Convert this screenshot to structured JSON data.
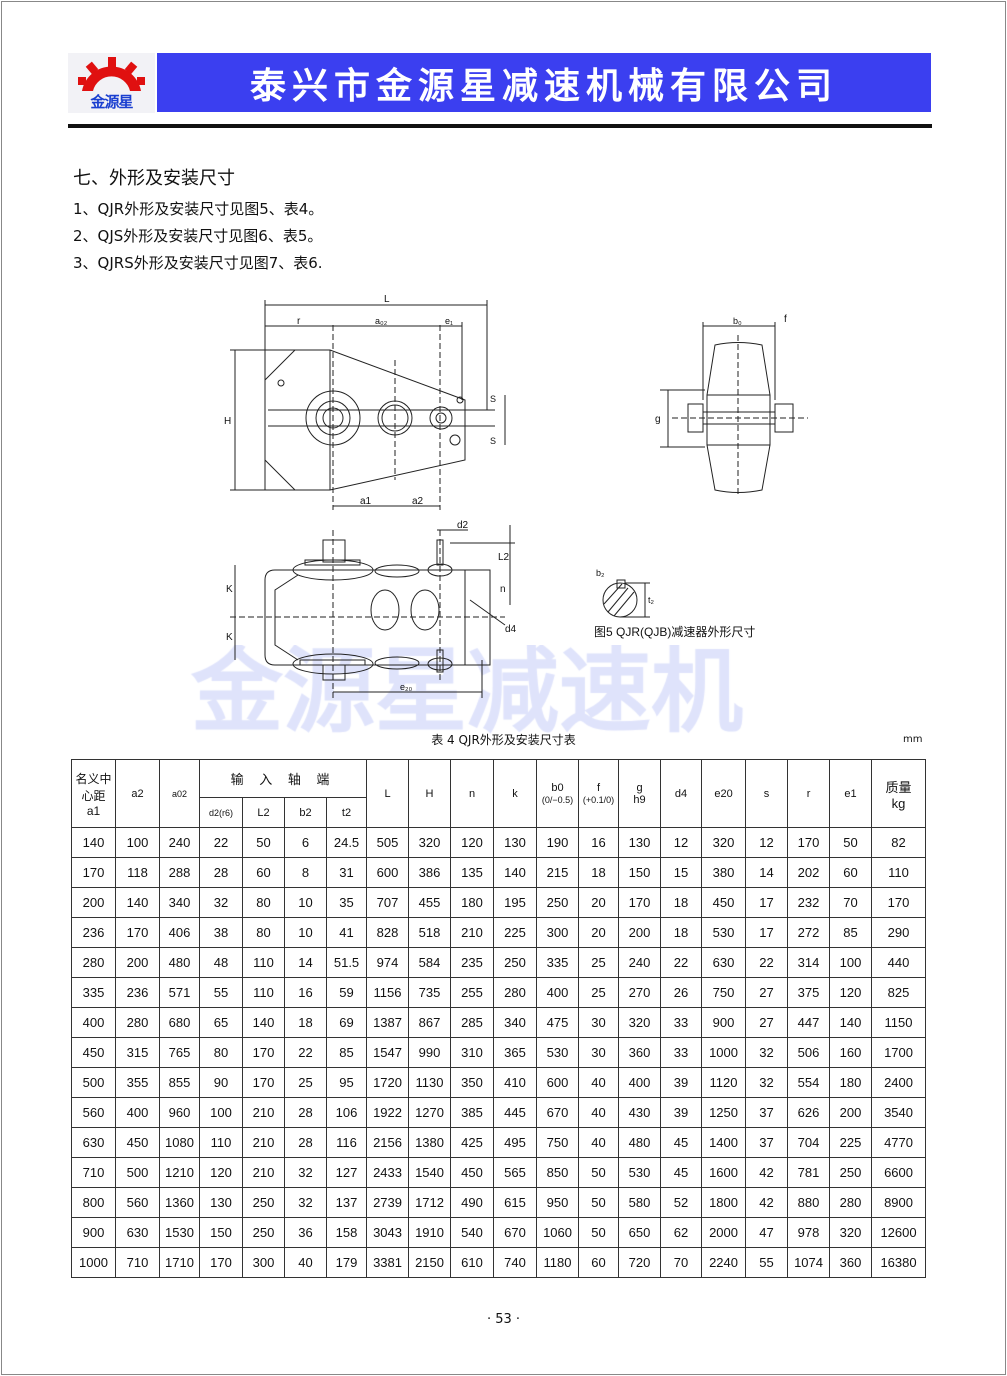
{
  "header": {
    "logo_text": "金源星",
    "company": "泰兴市金源星减速机械有限公司"
  },
  "section": {
    "title": "七、外形及安装尺寸",
    "lines": [
      "1、QJR外形及安装尺寸见图5、表4。",
      "2、QJS外形及安装尺寸见图6、表5。",
      "3、QJRS外形及安装尺寸见图7、表6."
    ]
  },
  "figure": {
    "caption": "图5  QJR(QJB)减速器外形尺寸",
    "labels": {
      "L": "L",
      "r": "r",
      "a02": "a₀₂",
      "e1": "e₁",
      "H": "H",
      "S": "S",
      "a1": "a1",
      "a2": "a2",
      "d2": "d2",
      "L2": "L2",
      "n": "n",
      "K": "K",
      "d4": "d4",
      "e20": "e₂₀",
      "b0": "b₀",
      "f": "f",
      "g": "g",
      "b2": "b₂",
      "t2": "t₂"
    }
  },
  "watermark": "金源星减速机",
  "table": {
    "caption": "表 4  QJR外形及安装尺寸表",
    "unit": "mm",
    "headers": {
      "a1": "名义中心距",
      "a1_sub": "a1",
      "a2": "a2",
      "a02": "a02",
      "input_group": "输 入 轴 端",
      "d2": "d2(r6)",
      "L2": "L2",
      "b2": "b2",
      "t2": "t2",
      "L": "L",
      "H": "H",
      "n": "n",
      "k": "k",
      "b0": "b0",
      "b0_tol": "(0/−0.5)",
      "f": "f",
      "f_tol": "(+0.1/0)",
      "g": "g",
      "g_sub": "h9",
      "d4": "d4",
      "e20": "e20",
      "s": "s",
      "r": "r",
      "e1": "e1",
      "mass": "质量",
      "mass_unit": "kg"
    },
    "rows": [
      [
        "140",
        "100",
        "240",
        "22",
        "50",
        "6",
        "24.5",
        "505",
        "320",
        "120",
        "130",
        "190",
        "16",
        "130",
        "12",
        "320",
        "12",
        "170",
        "50",
        "82"
      ],
      [
        "170",
        "118",
        "288",
        "28",
        "60",
        "8",
        "31",
        "600",
        "386",
        "135",
        "140",
        "215",
        "18",
        "150",
        "15",
        "380",
        "14",
        "202",
        "60",
        "110"
      ],
      [
        "200",
        "140",
        "340",
        "32",
        "80",
        "10",
        "35",
        "707",
        "455",
        "180",
        "195",
        "250",
        "20",
        "170",
        "18",
        "450",
        "17",
        "232",
        "70",
        "170"
      ],
      [
        "236",
        "170",
        "406",
        "38",
        "80",
        "10",
        "41",
        "828",
        "518",
        "210",
        "225",
        "300",
        "20",
        "200",
        "18",
        "530",
        "17",
        "272",
        "85",
        "290"
      ],
      [
        "280",
        "200",
        "480",
        "48",
        "110",
        "14",
        "51.5",
        "974",
        "584",
        "235",
        "250",
        "335",
        "25",
        "240",
        "22",
        "630",
        "22",
        "314",
        "100",
        "440"
      ],
      [
        "335",
        "236",
        "571",
        "55",
        "110",
        "16",
        "59",
        "1156",
        "735",
        "255",
        "280",
        "400",
        "25",
        "270",
        "26",
        "750",
        "27",
        "375",
        "120",
        "825"
      ],
      [
        "400",
        "280",
        "680",
        "65",
        "140",
        "18",
        "69",
        "1387",
        "867",
        "285",
        "340",
        "475",
        "30",
        "320",
        "33",
        "900",
        "27",
        "447",
        "140",
        "1150"
      ],
      [
        "450",
        "315",
        "765",
        "80",
        "170",
        "22",
        "85",
        "1547",
        "990",
        "310",
        "365",
        "530",
        "30",
        "360",
        "33",
        "1000",
        "32",
        "506",
        "160",
        "1700"
      ],
      [
        "500",
        "355",
        "855",
        "90",
        "170",
        "25",
        "95",
        "1720",
        "1130",
        "350",
        "410",
        "600",
        "40",
        "400",
        "39",
        "1120",
        "32",
        "554",
        "180",
        "2400"
      ],
      [
        "560",
        "400",
        "960",
        "100",
        "210",
        "28",
        "106",
        "1922",
        "1270",
        "385",
        "445",
        "670",
        "40",
        "430",
        "39",
        "1250",
        "37",
        "626",
        "200",
        "3540"
      ],
      [
        "630",
        "450",
        "1080",
        "110",
        "210",
        "28",
        "116",
        "2156",
        "1380",
        "425",
        "495",
        "750",
        "40",
        "480",
        "45",
        "1400",
        "37",
        "704",
        "225",
        "4770"
      ],
      [
        "710",
        "500",
        "1210",
        "120",
        "210",
        "32",
        "127",
        "2433",
        "1540",
        "450",
        "565",
        "850",
        "50",
        "530",
        "45",
        "1600",
        "42",
        "781",
        "250",
        "6600"
      ],
      [
        "800",
        "560",
        "1360",
        "130",
        "250",
        "32",
        "137",
        "2739",
        "1712",
        "490",
        "615",
        "950",
        "50",
        "580",
        "52",
        "1800",
        "42",
        "880",
        "280",
        "8900"
      ],
      [
        "900",
        "630",
        "1530",
        "150",
        "250",
        "36",
        "158",
        "3043",
        "1910",
        "540",
        "670",
        "1060",
        "50",
        "650",
        "62",
        "2000",
        "47",
        "978",
        "320",
        "12600"
      ],
      [
        "1000",
        "710",
        "1710",
        "170",
        "300",
        "40",
        "179",
        "3381",
        "2150",
        "610",
        "740",
        "1180",
        "60",
        "720",
        "70",
        "2240",
        "55",
        "1074",
        "360",
        "16380"
      ]
    ]
  },
  "page_number": "· 53 ·"
}
